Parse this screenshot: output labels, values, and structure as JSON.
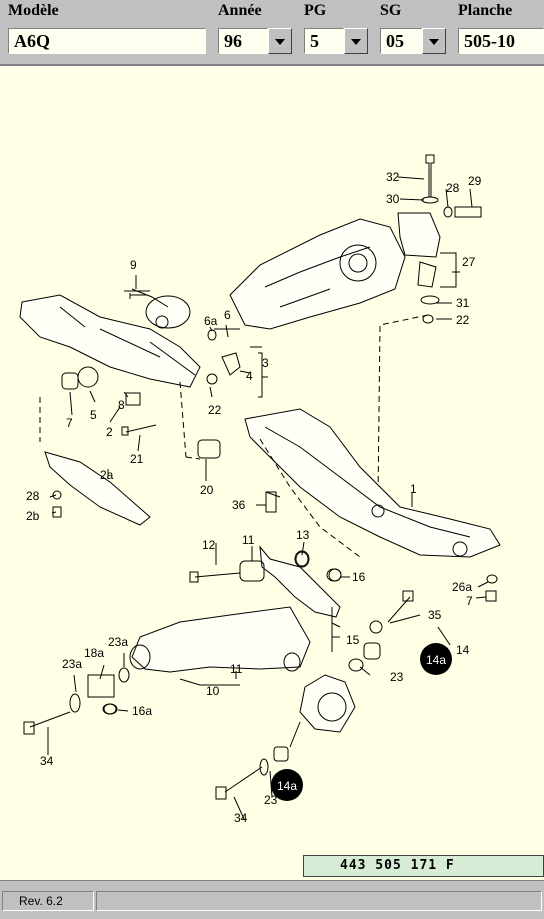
{
  "header": {
    "model_label": "Modèle",
    "model_value": "A6Q",
    "year_label": "Année",
    "year_value": "96",
    "pg_label": "PG",
    "pg_value": "5",
    "sg_label": "SG",
    "sg_value": "05",
    "plate_label": "Planche",
    "plate_value": "505-10"
  },
  "diagram": {
    "callouts": [
      "32",
      "30",
      "28",
      "29",
      "27",
      "31",
      "22",
      "9",
      "6a",
      "6",
      "3",
      "4",
      "22",
      "5",
      "8",
      "7",
      "2",
      "21",
      "20",
      "2a",
      "28",
      "2b",
      "36",
      "1",
      "13",
      "12",
      "11",
      "16",
      "26a",
      "7",
      "35",
      "14",
      "15",
      "23a",
      "18a",
      "23a",
      "14a",
      "23",
      "11",
      "10",
      "16a",
      "34",
      "14a",
      "23",
      "34"
    ]
  },
  "part_number": "443 505 171 F",
  "status": {
    "version": "Rev. 6.2"
  }
}
